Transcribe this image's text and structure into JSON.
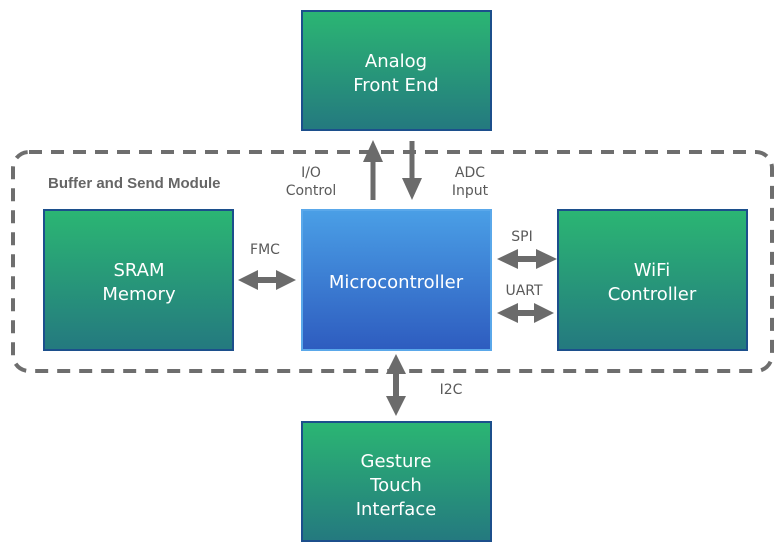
{
  "diagram": {
    "module": {
      "title": "Buffer and Send Module"
    },
    "blocks": {
      "afe": {
        "lines": [
          "Analog",
          "Front End"
        ]
      },
      "mcu": {
        "lines": [
          "Microcontroller"
        ]
      },
      "sram": {
        "lines": [
          "SRAM",
          "Memory"
        ]
      },
      "wifi": {
        "lines": [
          "WiFi",
          "Controller"
        ]
      },
      "gesture": {
        "lines": [
          "Gesture",
          "Touch",
          "Interface"
        ]
      }
    },
    "connections": {
      "io_control": {
        "lines": [
          "I/O",
          "Control"
        ]
      },
      "adc_input": {
        "lines": [
          "ADC",
          "Input"
        ]
      },
      "fmc": {
        "label": "FMC"
      },
      "spi": {
        "label": "SPI"
      },
      "uart": {
        "label": "UART"
      },
      "i2c": {
        "label": "I2C"
      }
    },
    "colors": {
      "green_top": "#2bb673",
      "green_bottom": "#24797f",
      "blue_top": "#4a9fe6",
      "blue_bottom": "#2e5cbf",
      "block_border": "#1c4f8c",
      "arrow": "#6b6b6b",
      "dash": "#6e6e6e"
    }
  }
}
